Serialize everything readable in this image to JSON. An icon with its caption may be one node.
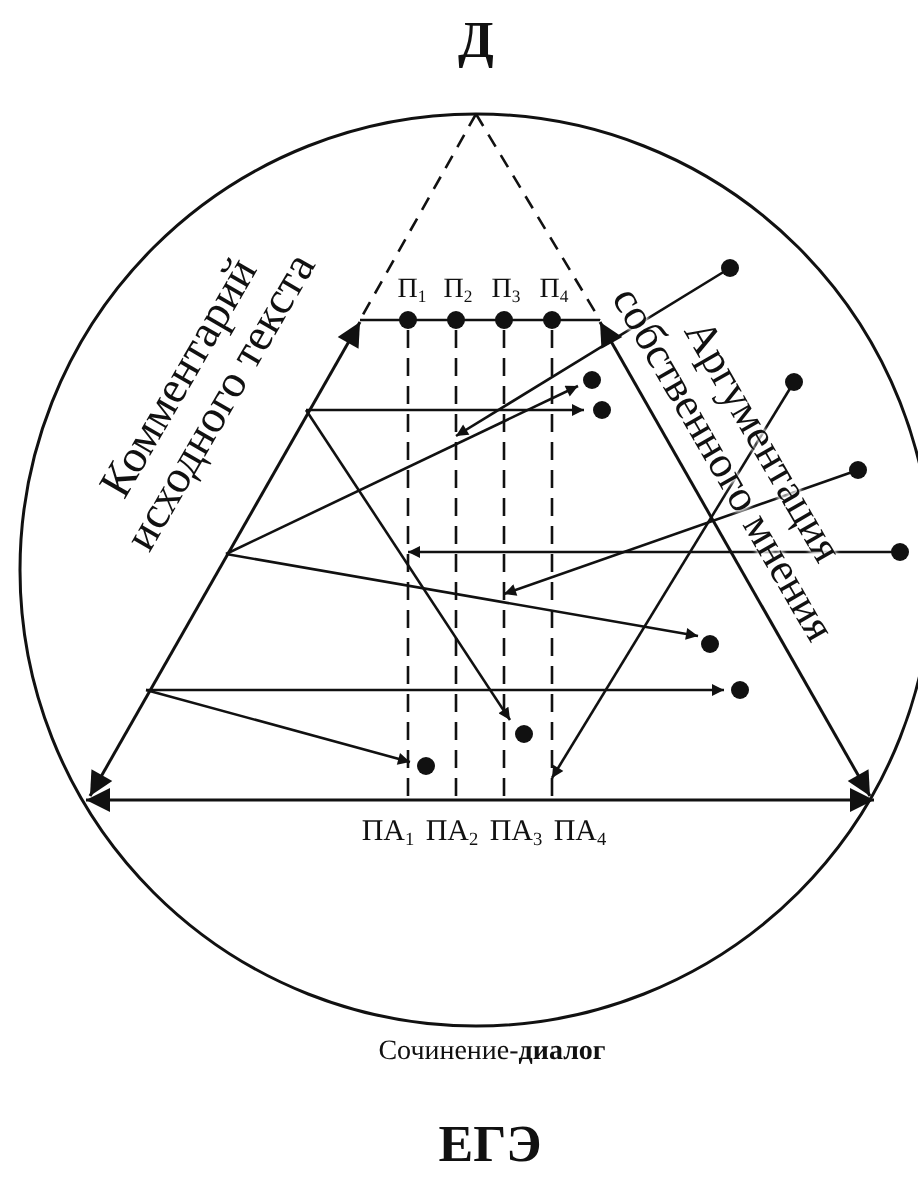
{
  "diagram": {
    "labels": [
      "Д",
      "П$_{1}$",
      "П$_{2}$",
      "П$_{3}$",
      "П$_{4}$",
      "Комментарий исходного текста",
      "Аргументация собственного мнения",
      "ПА$_{1}$",
      "ПА$_{2}$",
      "ПА$_{3}$",
      "ПА$_{4}$",
      "Сочинение-**диалог**",
      "ЕГЭ"
    ]
  }
}
